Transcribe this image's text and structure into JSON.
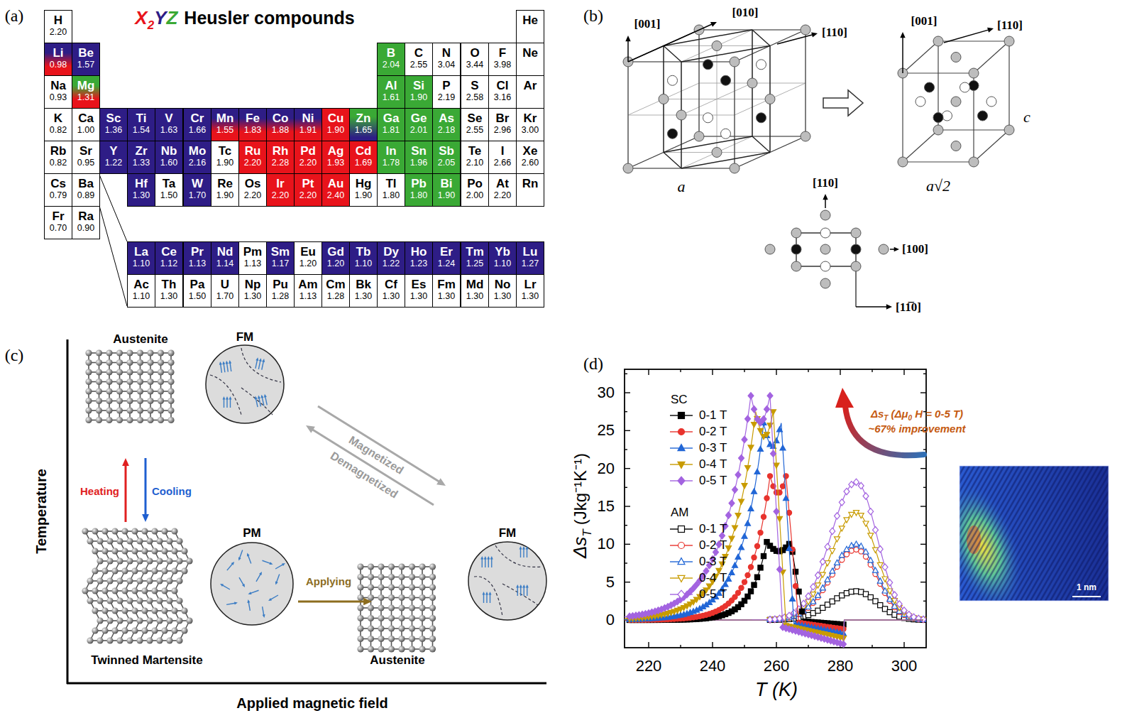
{
  "diagram": {
    "nodes": [
      {
        "text": [
          "H",
          "2.20"
        ]
      },
      {
        "text": [
          "He"
        ]
      },
      {
        "text": [
          "Li",
          "0.98"
        ]
      },
      {
        "text": [
          "Be",
          "1.57"
        ]
      },
      {
        "text": [
          "B",
          "2.04"
        ]
      },
      {
        "text": [
          "C",
          "2.55"
        ]
      },
      {
        "text": [
          "N",
          "3.04"
        ]
      },
      {
        "text": [
          "O",
          "3.44"
        ]
      },
      {
        "text": [
          "F",
          "3.98"
        ]
      },
      {
        "text": [
          "Ne"
        ]
      },
      {
        "text": [
          "Na",
          "0.93"
        ]
      },
      {
        "text": [
          "Mg",
          "1.31"
        ]
      },
      {
        "text": [
          "Al",
          "1.61"
        ]
      },
      {
        "text": [
          "Si",
          "1.90"
        ]
      },
      {
        "text": [
          "P",
          "2.19"
        ]
      },
      {
        "text": [
          "S",
          "2.58"
        ]
      },
      {
        "text": [
          "Cl",
          "3.16"
        ]
      },
      {
        "text": [
          "Ar"
        ]
      },
      {
        "text": [
          "K",
          "0.82"
        ]
      },
      {
        "text": [
          "Ca",
          "1.00"
        ]
      },
      {
        "text": [
          "Sc",
          "1.36"
        ]
      },
      {
        "text": [
          "Ti",
          "1.54"
        ]
      },
      {
        "text": [
          "V",
          "1.63"
        ]
      },
      {
        "text": [
          "Cr",
          "1.66"
        ]
      },
      {
        "text": [
          "Mn",
          "1.55"
        ]
      },
      {
        "text": [
          "Fe",
          "1.83"
        ]
      },
      {
        "text": [
          "Co",
          "1.88"
        ]
      },
      {
        "text": [
          "Ni",
          "1.91"
        ]
      },
      {
        "text": [
          "Cu",
          "1.90"
        ]
      },
      {
        "text": [
          "Zn",
          "1.65"
        ]
      },
      {
        "text": [
          "Ga",
          "1.81"
        ]
      },
      {
        "text": [
          "Ge",
          "2.01"
        ]
      },
      {
        "text": [
          "As",
          "2.18"
        ]
      },
      {
        "text": [
          "Se",
          "2.55"
        ]
      },
      {
        "text": [
          "Br",
          "2.96"
        ]
      },
      {
        "text": [
          "Kr",
          "3.00"
        ]
      },
      {
        "text": [
          "Rb",
          "0.82"
        ]
      },
      {
        "text": [
          "Sr",
          "0.95"
        ]
      },
      {
        "text": [
          "Y",
          "1.22"
        ]
      },
      {
        "text": [
          "Zr",
          "1.33"
        ]
      },
      {
        "text": [
          "Nb",
          "1.60"
        ]
      },
      {
        "text": [
          "Mo",
          "2.16"
        ]
      },
      {
        "text": [
          "Tc",
          "1.90"
        ]
      },
      {
        "text": [
          "Ru",
          "2.20"
        ]
      },
      {
        "text": [
          "Rh",
          "2.28"
        ]
      },
      {
        "text": [
          "Pd",
          "2.20"
        ]
      },
      {
        "text": [
          "Ag",
          "1.93"
        ]
      },
      {
        "text": [
          "Cd",
          "1.69"
        ]
      },
      {
        "text": [
          "In",
          "1.78"
        ]
      },
      {
        "text": [
          "Sn",
          "1.96"
        ]
      },
      {
        "text": [
          "Sb",
          "2.05"
        ]
      },
      {
        "text": [
          "Te",
          "2.10"
        ]
      },
      {
        "text": [
          "I",
          "2.66"
        ]
      },
      {
        "text": [
          "Xe",
          "2.60"
        ]
      },
      {
        "text": [
          "Cs",
          "0.79"
        ]
      },
      {
        "text": [
          "Ba",
          "0.89"
        ]
      },
      {
        "text": [
          "Hf",
          "1.30"
        ]
      },
      {
        "text": [
          "Ta",
          "1.50"
        ]
      },
      {
        "text": [
          "W",
          "1.70"
        ]
      },
      {
        "text": [
          "Re",
          "1.90"
        ]
      },
      {
        "text": [
          "Os",
          "2.20"
        ]
      },
      {
        "text": [
          "Ir",
          "2.20"
        ]
      },
      {
        "text": [
          "Pt",
          "2.20"
        ]
      },
      {
        "text": [
          "Au",
          "2.40"
        ]
      },
      {
        "text": [
          "Hg",
          "1.90"
        ]
      },
      {
        "text": [
          "Tl",
          "1.80"
        ]
      },
      {
        "text": [
          "Pb",
          "1.80"
        ]
      },
      {
        "text": [
          "Bi",
          "1.90"
        ]
      },
      {
        "text": [
          "Po",
          "2.00"
        ]
      },
      {
        "text": [
          "At",
          "2.20"
        ]
      },
      {
        "text": [
          "Rn"
        ]
      },
      {
        "text": [
          "Fr",
          "0.70"
        ]
      },
      {
        "text": [
          "Ra",
          "0.90"
        ]
      },
      {
        "text": [
          "La",
          "1.10"
        ]
      },
      {
        "text": [
          "Ce",
          "1.12"
        ]
      },
      {
        "text": [
          "Pr",
          "1.13"
        ]
      },
      {
        "text": [
          "Nd",
          "1.14"
        ]
      },
      {
        "text": [
          "Pm",
          "1.13"
        ]
      },
      {
        "text": [
          "Sm",
          "1.17"
        ]
      },
      {
        "text": [
          "Eu",
          "1.20"
        ]
      },
      {
        "text": [
          "Gd",
          "1.20"
        ]
      },
      {
        "text": [
          "Tb",
          "1.10"
        ]
      },
      {
        "text": [
          "Dy",
          "1.22"
        ]
      },
      {
        "text": [
          "Ho",
          "1.23"
        ]
      },
      {
        "text": [
          "Er",
          "1.24"
        ]
      },
      {
        "text": [
          "Tm",
          "1.25"
        ]
      },
      {
        "text": [
          "Yb",
          "1.10"
        ]
      },
      {
        "text": [
          "Lu",
          "1.27"
        ]
      },
      {
        "text": [
          "Ac",
          "1.10"
        ]
      },
      {
        "text": [
          "Th",
          "1.30"
        ]
      },
      {
        "text": [
          "Pa",
          "1.50"
        ]
      },
      {
        "text": [
          "U",
          "1.70"
        ]
      },
      {
        "text": [
          "Np",
          "1.30"
        ]
      },
      {
        "text": [
          "Pu",
          "1.28"
        ]
      },
      {
        "text": [
          "Am",
          "1.13"
        ]
      },
      {
        "text": [
          "Cm",
          "1.28"
        ]
      },
      {
        "text": [
          "Bk",
          "1.30"
        ]
      },
      {
        "text": [
          "Cf",
          "1.30"
        ]
      },
      {
        "text": [
          "Es",
          "1.30"
        ]
      },
      {
        "text": [
          "Fm",
          "1.30"
        ]
      },
      {
        "text": [
          "Md",
          "1.30"
        ]
      },
      {
        "text": [
          "No",
          "1.30"
        ]
      },
      {
        "text": [
          "Lr",
          "1.30"
        ]
      },
      {
        "text": [
          "FM"
        ]
      },
      {
        "text": [
          "PM"
        ]
      },
      {
        "text": [
          "FM"
        ]
      }
    ],
    "labels": [
      "(a)",
      "X",
      "2",
      "Y",
      "Z",
      "Heusler compounds",
      "(b)",
      "[001]",
      "[010]",
      "[110]",
      "a",
      "[001]",
      "[110]",
      "c",
      "a√2",
      "[110]",
      "[100]",
      "[11̅0]",
      "(c)",
      "Austenite",
      "Heating",
      "Cooling",
      "Twinned Martensite",
      "Applying",
      "Austenite",
      "Magnetized",
      "Demagnetized",
      "Temperature",
      "Applied magnetic field",
      "(d)",
      "0",
      "5",
      "10",
      "15",
      "20",
      "25",
      "30",
      "220",
      "240",
      "260",
      "280",
      "300",
      "Δs",
      "T",
      "(Jkg⁻¹K⁻¹)",
      "T (K)",
      "SC",
      "AM",
      "Δs",
      "T",
      "(Δμ",
      "0",
      "H = 0-5 T)",
      "~67% improvement",
      "1 nm"
    ],
    "legend": [
      {
        "text": "0-1 T"
      },
      {
        "text": "0-2 T"
      },
      {
        "text": "0-3 T"
      },
      {
        "text": "0-4 T"
      },
      {
        "text": "0-5 T"
      },
      {
        "text": "0-1 T"
      },
      {
        "text": "0-2 T"
      },
      {
        "text": "0-3 T"
      },
      {
        "text": "0-4 T"
      },
      {
        "text": "0-5 T"
      }
    ]
  }
}
